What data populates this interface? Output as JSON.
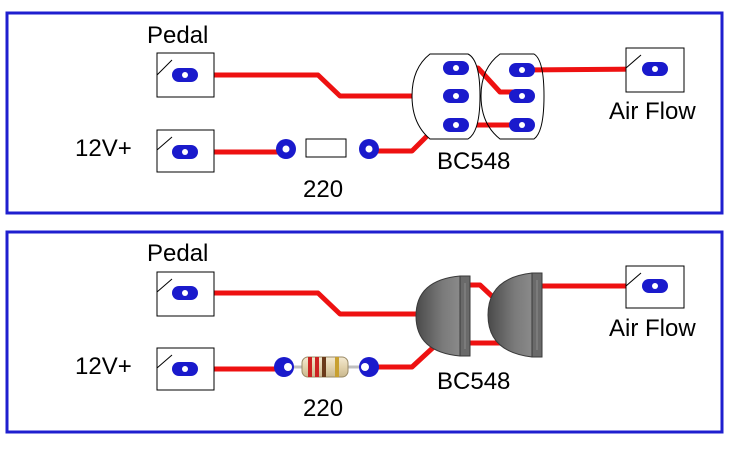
{
  "colors": {
    "frame": "#1f1fcf",
    "trace": "#ee1111",
    "pad": "#1a1acc",
    "transistor": "#6e6e6e",
    "resistor_body": "#e8dcc0"
  },
  "top_panel": {
    "pedal_label": "Pedal",
    "supply_label": "12V+",
    "resistor_label": "220",
    "transistor_label": "BC548",
    "output_label": "Air Flow"
  },
  "bottom_panel": {
    "pedal_label": "Pedal",
    "supply_label": "12V+",
    "resistor_label": "220",
    "transistor_label": "BC548",
    "output_label": "Air Flow"
  }
}
